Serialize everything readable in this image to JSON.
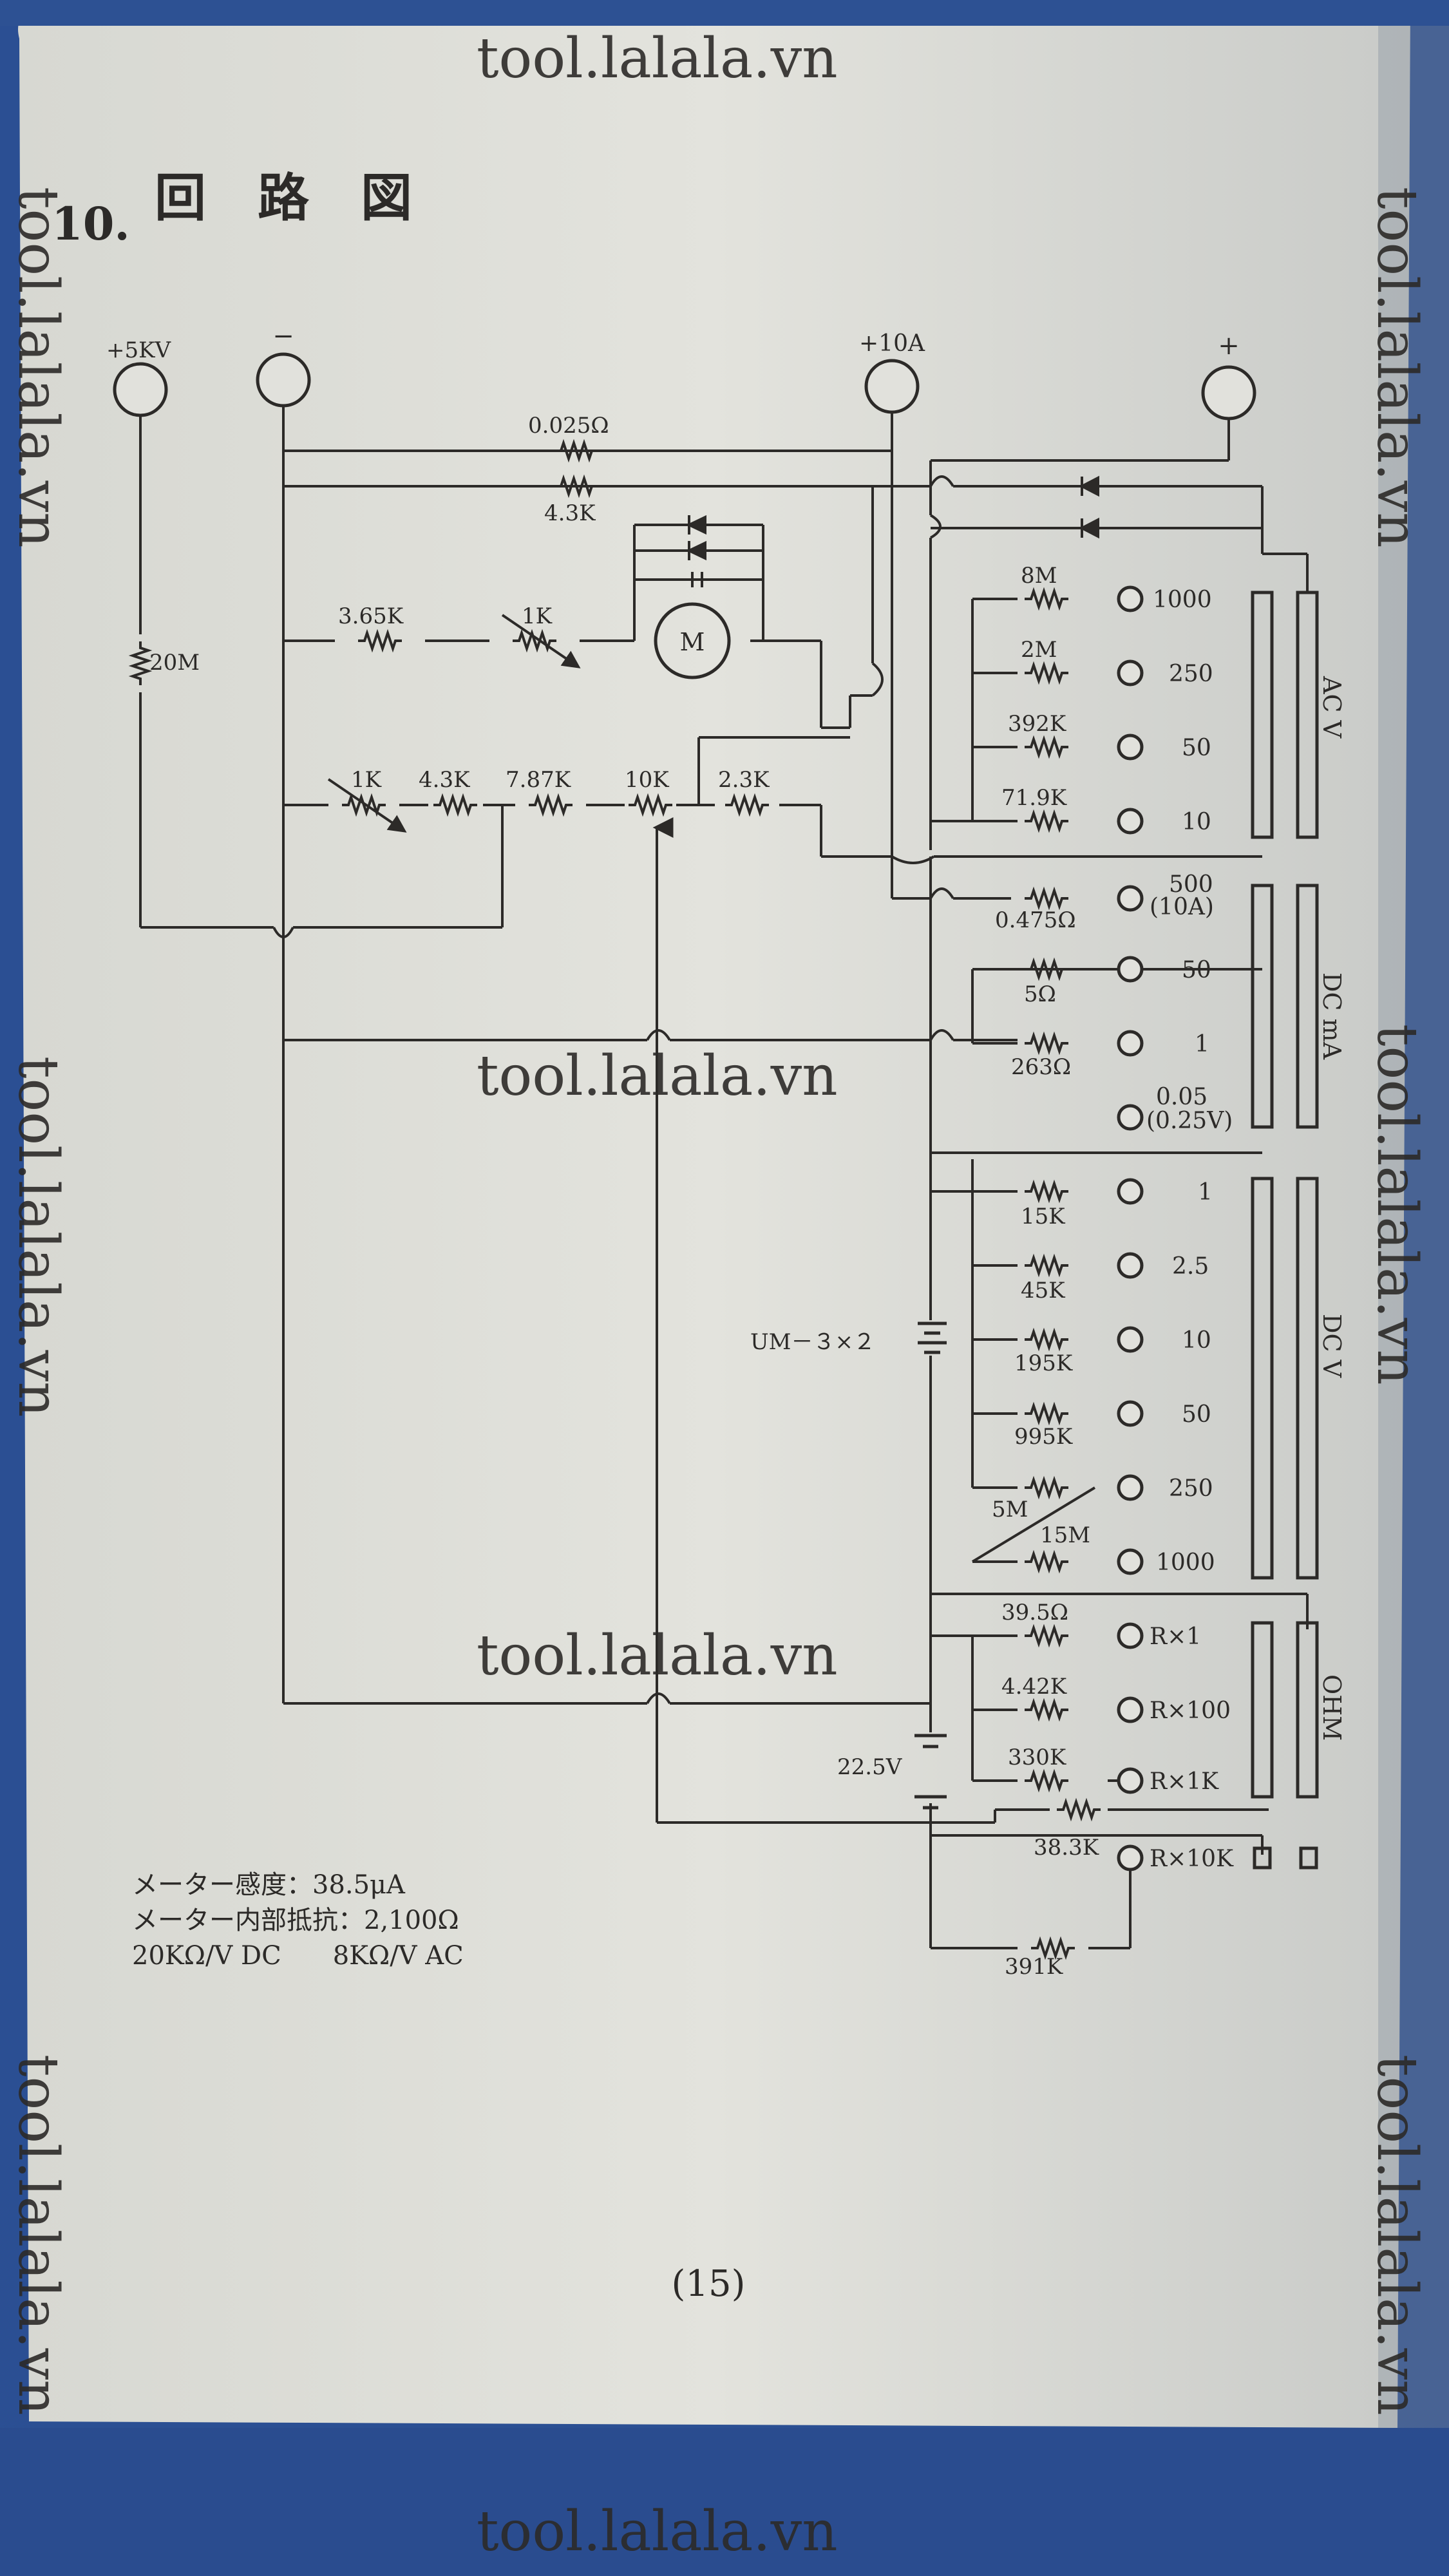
{
  "watermark": "tool.lalala.vn",
  "section_number": "10.",
  "title": "回　路　図",
  "terminals": {
    "hv": "+5KV",
    "com": "−",
    "amp10": "+10A",
    "plus": "+"
  },
  "components": {
    "r_shunt": "0.025Ω",
    "r_43k_top": "4.3K",
    "r_365k": "3.65K",
    "vr_1k_a": "1K",
    "meter": "M",
    "r_20m": "20M",
    "vr_1k_b": "1K",
    "r_43k_mid": "4.3K",
    "r_787k": "7.87K",
    "vr_10k": "10K",
    "r_23k": "2.3K",
    "r_8m": "8M",
    "r_2m": "2M",
    "r_392k": "392K",
    "r_719k": "71.9K",
    "r_0475": "0.475Ω",
    "r_5": "5Ω",
    "r_263": "263Ω",
    "r_15k": "15K",
    "r_45k": "45K",
    "r_195k": "195K",
    "r_995k": "995K",
    "r_5m": "5M",
    "r_15m": "15M",
    "battery_a": "UM－３×２",
    "r_395": "39.5Ω",
    "r_442k": "4.42K",
    "r_330k": "330K",
    "battery_b": "22.5V",
    "r_383k": "38.3K",
    "r_391k": "391K"
  },
  "ranges": {
    "acv": [
      "1000",
      "250",
      "50",
      "10"
    ],
    "dca_500": "500",
    "dca_10a": "(10A)",
    "dca_50": "50",
    "dca_1": "1",
    "dca_005": "0.05",
    "dca_025v": "(0.25V)",
    "dcv": [
      "1",
      "2.5",
      "10",
      "50",
      "250",
      "1000"
    ],
    "ohm": [
      "R×1",
      "R×100",
      "R×1K",
      "R×10K"
    ]
  },
  "switch_labels": {
    "acv": "AC V",
    "dcma": "DC mA",
    "dcv": "DC V",
    "ohm": "OHM"
  },
  "specs": [
    "メーター感度：38.5μA",
    "メーター内部抵抗：2,100Ω",
    "20KΩ/V DC　　8KΩ/V AC"
  ],
  "page_number": "(15)"
}
